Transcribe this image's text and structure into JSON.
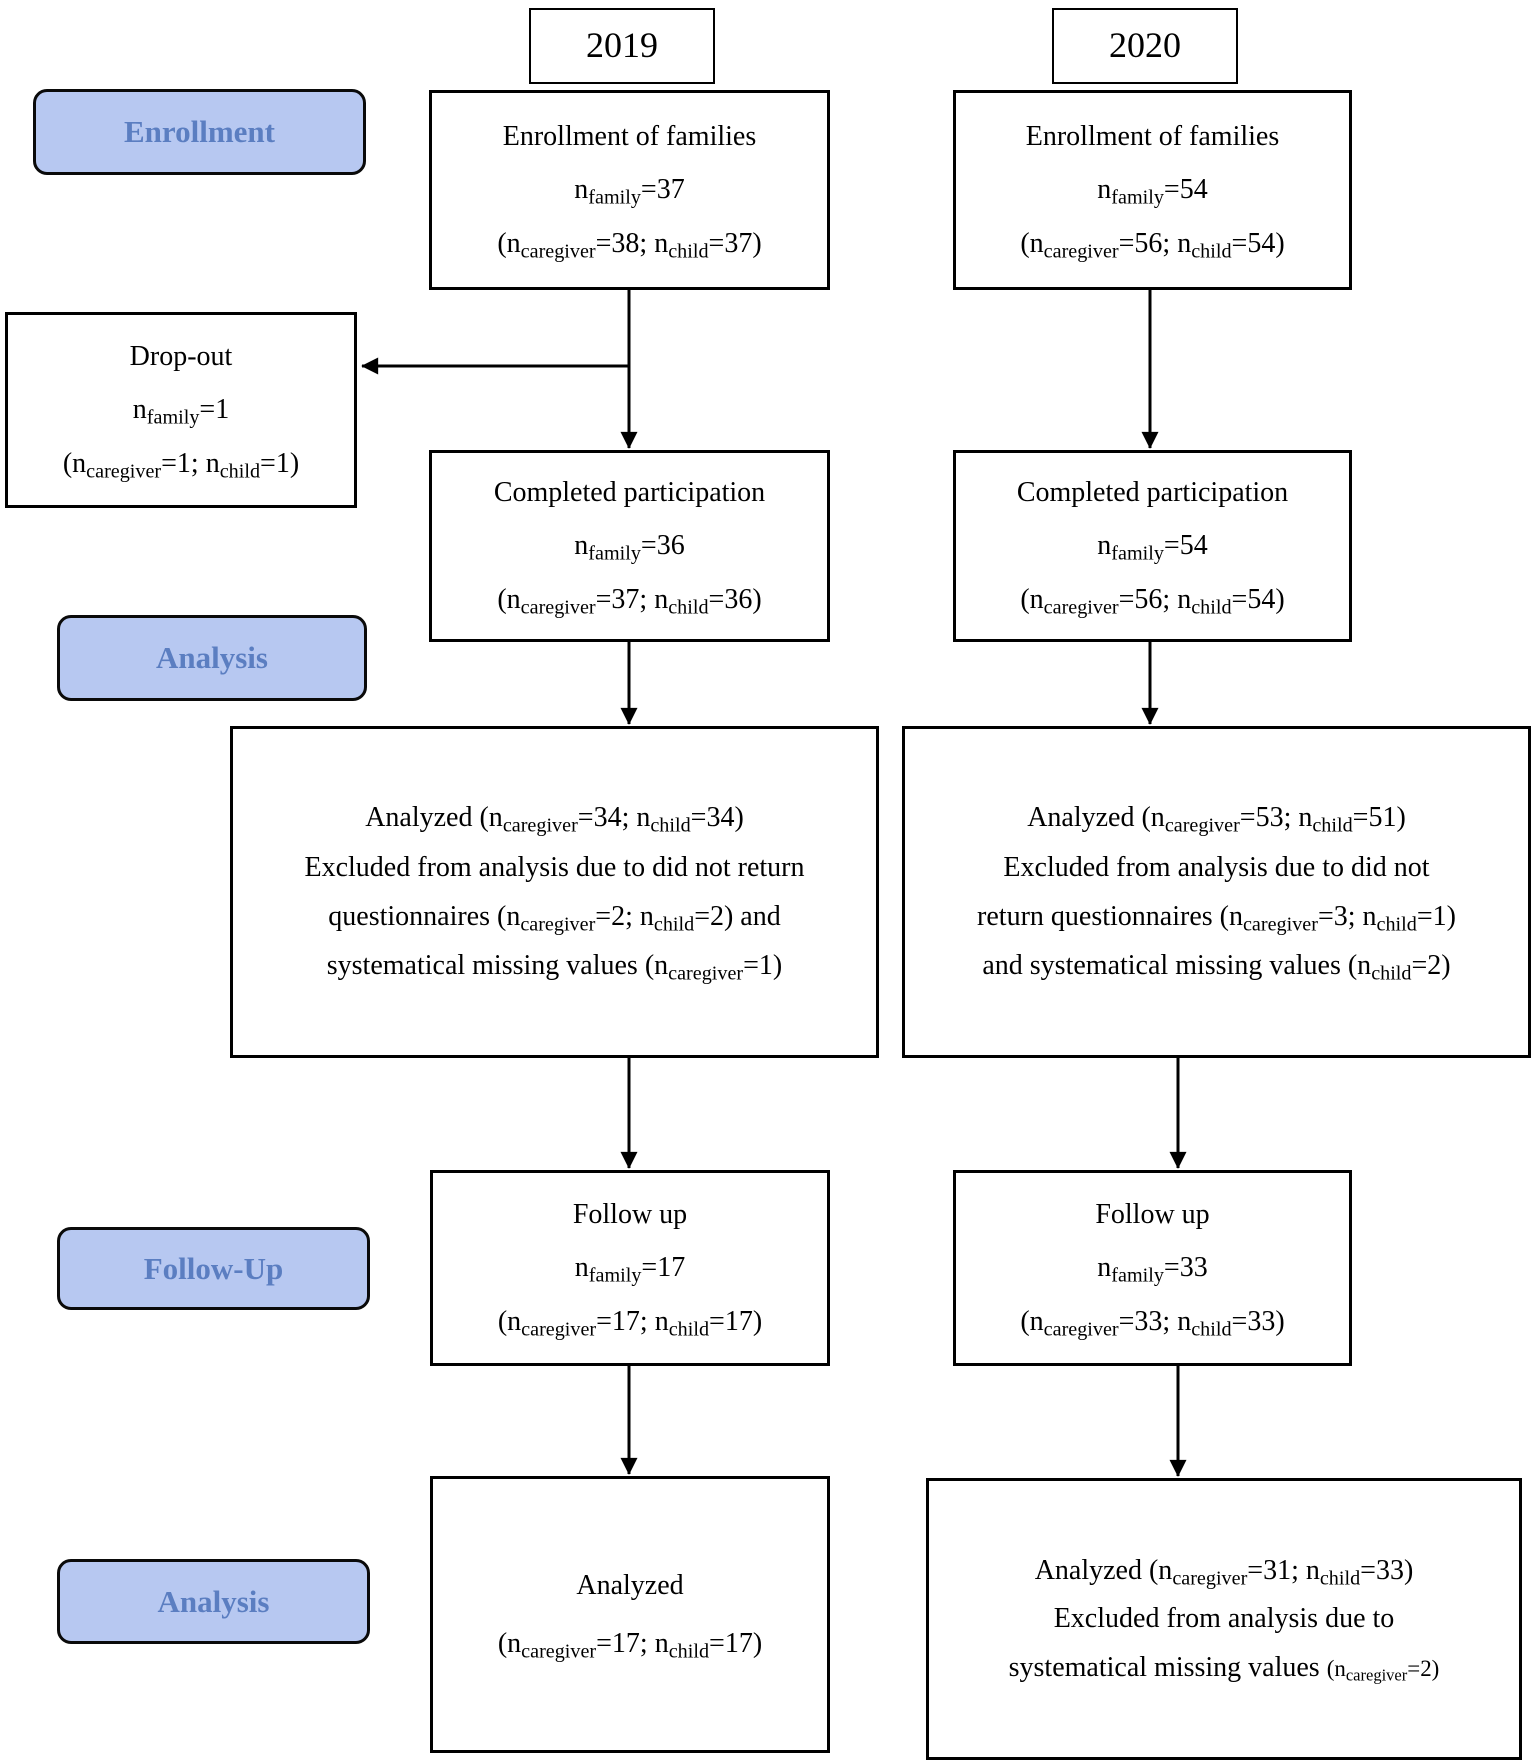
{
  "diagram": {
    "background_color": "#ffffff",
    "line_color": "#000000",
    "stage_fill_color": "#b7c8f1",
    "stage_text_color": "#5b7ec1",
    "subscript_notation": "curly braces mark subscript text, double square brackets mark reduced-size text"
  },
  "stage_labels": {
    "enrollment": "Enrollment",
    "analysis": "Analysis",
    "follow_up": "Follow-Up",
    "analysis_followup": "Analysis"
  },
  "col2019": {
    "title": "2019",
    "enrollment": {
      "lines": [
        "Enrollment of families",
        "n{family}=37",
        "(n{caregiver}=38; n{child}=37)"
      ]
    },
    "dropout": {
      "lines": [
        "Drop-out",
        "n{family}=1",
        "(n{caregiver}=1; n{child}=1)"
      ]
    },
    "completed": {
      "lines": [
        "Completed participation",
        "n{family}=36",
        "(n{caregiver}=37; n{child}=36)"
      ]
    },
    "analyzed": {
      "lines": [
        "Analyzed (n{caregiver}=34; n{child}=34)",
        "Excluded from analysis due to did not return",
        "questionnaires (n{caregiver}=2; n{child}=2) and",
        "systematical missing values (n{caregiver}=1)"
      ]
    },
    "followup": {
      "lines": [
        "Follow up",
        "n{family}=17",
        "(n{caregiver}=17; n{child}=17)"
      ]
    },
    "analyzed_followup": {
      "lines": [
        "Analyzed",
        "(n{caregiver}=17; n{child}=17)"
      ]
    }
  },
  "col2020": {
    "title": "2020",
    "enrollment": {
      "lines": [
        "Enrollment of families",
        "n{family}=54",
        "(n{caregiver}=56; n{child}=54)"
      ]
    },
    "completed": {
      "lines": [
        "Completed participation",
        "n{family}=54",
        "(n{caregiver}=56; n{child}=54)"
      ]
    },
    "analyzed": {
      "lines": [
        "Analyzed (n{caregiver}=53; n{child}=51)",
        "Excluded from analysis due to did not",
        "return questionnaires (n{caregiver}=3; n{child}=1)",
        "and systematical missing values (n{child}=2)"
      ]
    },
    "followup": {
      "lines": [
        "Follow up",
        "n{family}=33",
        "(n{caregiver}=33; n{child}=33)"
      ]
    },
    "analyzed_followup": {
      "lines": [
        "Analyzed (n{caregiver}=31; n{child}=33)",
        "Excluded from analysis due to",
        "systematical missing values [[(n{caregiver}=2)]]"
      ]
    }
  }
}
